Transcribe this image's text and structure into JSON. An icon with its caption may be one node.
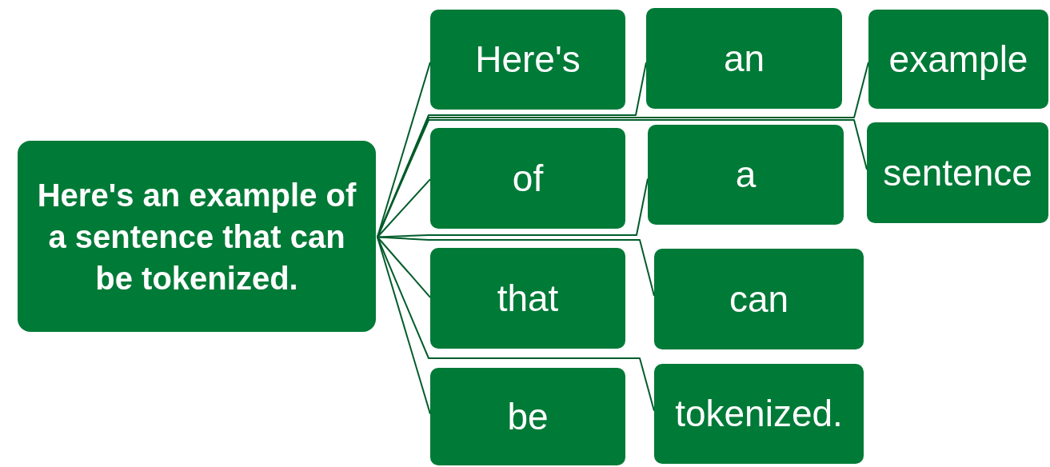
{
  "diagram": {
    "nodes": [
      {
        "text": [
          "Here's an example of a sentence that can be tokenized."
        ]
      },
      {
        "text": [
          "Here's"
        ]
      },
      {
        "text": [
          "an"
        ]
      },
      {
        "text": [
          "example"
        ]
      },
      {
        "text": [
          "of"
        ]
      },
      {
        "text": [
          "a"
        ]
      },
      {
        "text": [
          "sentence"
        ]
      },
      {
        "text": [
          "that"
        ]
      },
      {
        "text": [
          "can"
        ]
      },
      {
        "text": [
          "be"
        ]
      },
      {
        "text": [
          "tokenized."
        ]
      }
    ],
    "edges": [
      {
        "from": 0,
        "to": 1,
        "arrow": "none"
      },
      {
        "from": 0,
        "to": 2,
        "arrow": "none"
      },
      {
        "from": 0,
        "to": 3,
        "arrow": "none"
      },
      {
        "from": 0,
        "to": 4,
        "arrow": "none"
      },
      {
        "from": 0,
        "to": 5,
        "arrow": "none"
      },
      {
        "from": 0,
        "to": 6,
        "arrow": "none"
      },
      {
        "from": 0,
        "to": 7,
        "arrow": "none"
      },
      {
        "from": 0,
        "to": 8,
        "arrow": "none"
      },
      {
        "from": 0,
        "to": 9,
        "arrow": "none"
      },
      {
        "from": 0,
        "to": 10,
        "arrow": "none"
      }
    ]
  }
}
